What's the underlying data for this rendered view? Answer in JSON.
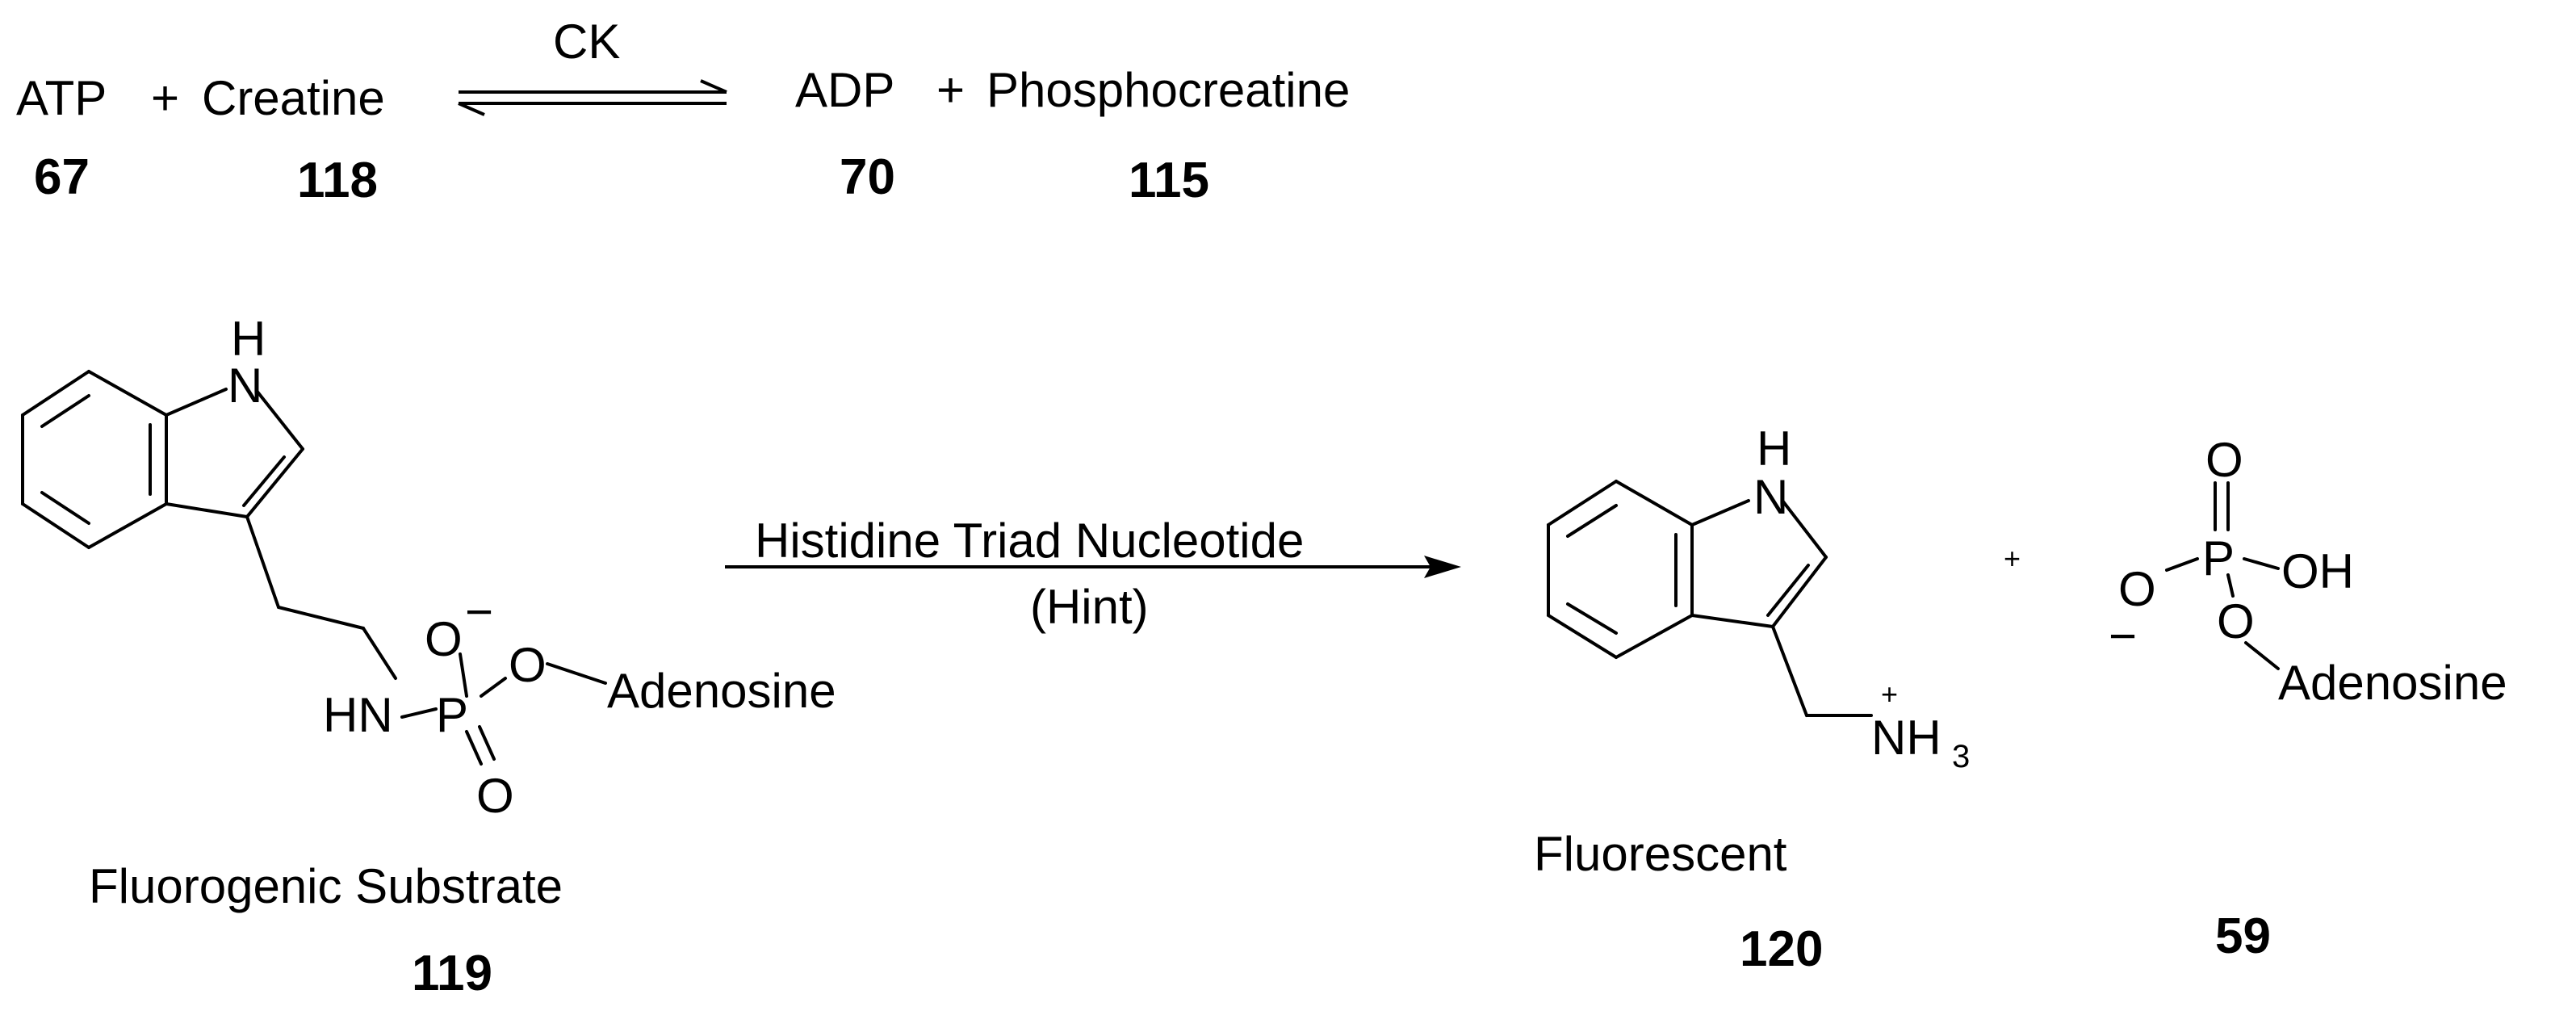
{
  "reaction1": {
    "enzyme": "CK",
    "reactant1": "ATP",
    "reactant2": "Creatine",
    "product1": "ADP",
    "product2": "Phosphocreatine",
    "plus": "+",
    "num_atp": "67",
    "num_creatine": "118",
    "num_adp": "70",
    "num_phosphocreatine": "115"
  },
  "reaction2": {
    "enzyme_line1": "Histidine Triad Nucleotide",
    "enzyme_line2": "(Hint)",
    "substrate_label": "Fluorogenic Substrate",
    "substrate_number": "119",
    "product_label": "Fluorescent",
    "product_number": "120",
    "coproduct_number": "59",
    "plus": "+"
  },
  "atoms": {
    "H": "H",
    "N": "N",
    "HN": "HN",
    "P": "P",
    "O": "O",
    "OH": "OH",
    "NH": "NH",
    "three": "3",
    "plus_charge": "+",
    "minus_charge": "−",
    "adenosine": "Adenosine"
  }
}
